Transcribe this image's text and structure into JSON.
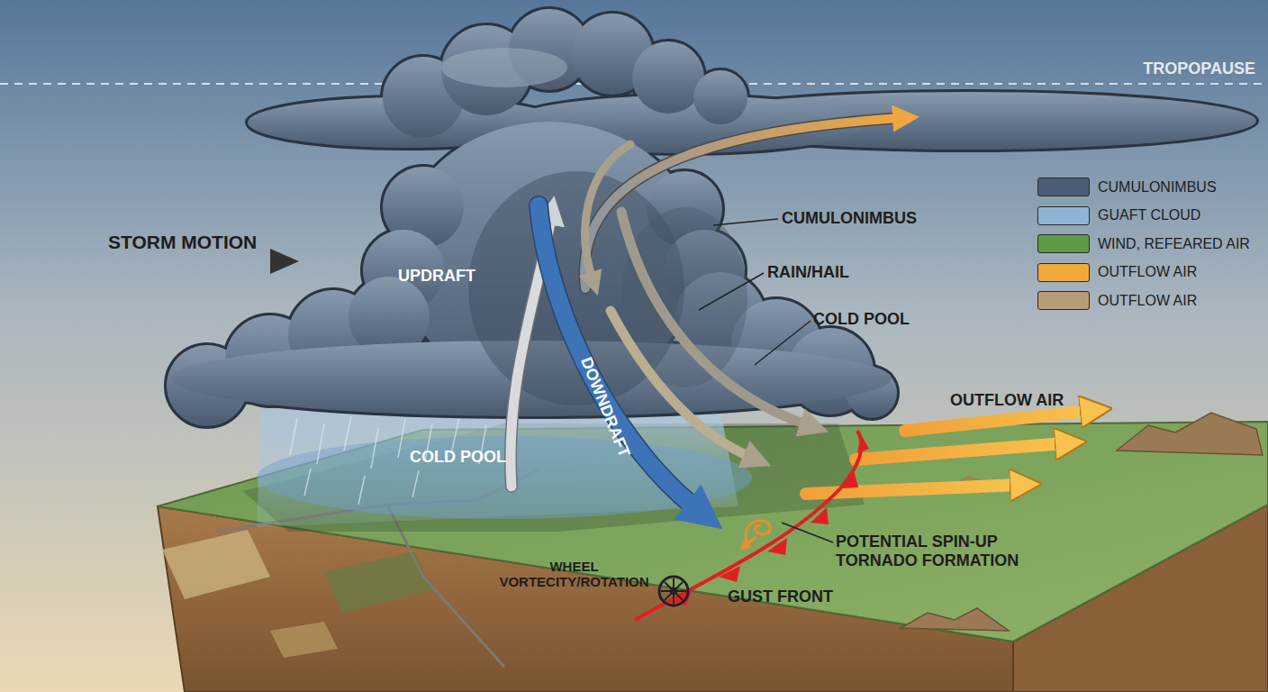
{
  "diagram": {
    "labels": [
      "TROPOPAUSE",
      "STORM MOTION",
      "UPDRAFT",
      "DOWNDRAFT",
      "CUMULONIMBUS",
      "RAIN/HAIL",
      "COLD POOL",
      "COLD POOL",
      "OUTFLOW AIR",
      "POTENTIAL SPIN-UP TORNADO FORMATION",
      "WHEEL VORTECITY/ROTATION",
      "GUST FRONT"
    ],
    "legend": [
      {
        "text": "CUMULONIMBUS",
        "color": "#4d5d73"
      },
      {
        "text": "GUAFT CLOUD",
        "color": "#8fb3d6"
      },
      {
        "text": "WIND, REFEARED AIR",
        "color": "#5f9a48"
      },
      {
        "text": "OUTFLOW AIR",
        "color": "#f2a93b"
      },
      {
        "text": "OUTFLOW AIR",
        "color": "#b49c76"
      }
    ]
  }
}
